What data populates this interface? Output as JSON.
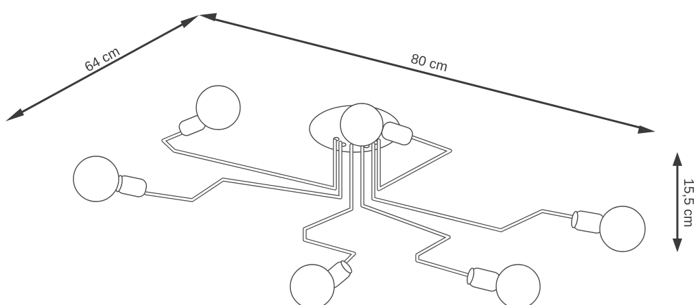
{
  "dimensions": {
    "depth": "64 cm",
    "width": "80 cm",
    "height": "15,5 cm"
  },
  "product": {
    "bulb_count": 6,
    "line_color": "#4a4a4a",
    "arrow_color": "#3b3b3b"
  }
}
